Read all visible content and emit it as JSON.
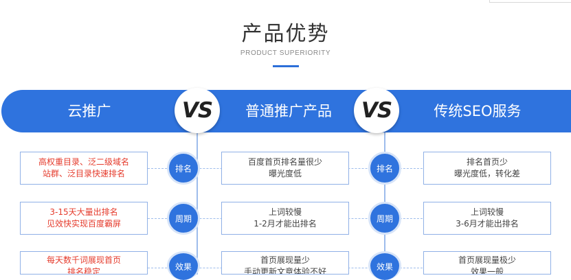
{
  "header": {
    "title": "产品优势",
    "subtitle": "PRODUCT SUPERIORITY"
  },
  "columns": {
    "col1": "云推广",
    "vs1": "VS",
    "col2": "普通推广产品",
    "vs2": "VS",
    "col3": "传统SEO服务"
  },
  "rows": [
    {
      "label": "排名",
      "col1": [
        "高权重目录、泛二级域名",
        "站群、泛目录快速排名"
      ],
      "col2": [
        "百度首页排名量很少",
        "曝光度低"
      ],
      "col3": [
        "排名首页少",
        "曝光度低，转化差"
      ]
    },
    {
      "label": "周期",
      "col1": [
        "3-15天大量出排名",
        "见效快实现百度霸屏"
      ],
      "col2": [
        "上词较慢",
        "1-2月才能出排名"
      ],
      "col3": [
        "上词较慢",
        "3-6月才能出排名"
      ]
    },
    {
      "label": "效果",
      "col1": [
        "每天数千词展现首页",
        "排名稳定"
      ],
      "col2": [
        "首页展现量少",
        "手动更新文章体验不好"
      ],
      "col3": [
        "首页展现量极少",
        "效果一般"
      ]
    }
  ],
  "colors": {
    "accent": "#2f73de",
    "highlight_text": "#e53b2c",
    "box_border": "#8fb0e6"
  }
}
